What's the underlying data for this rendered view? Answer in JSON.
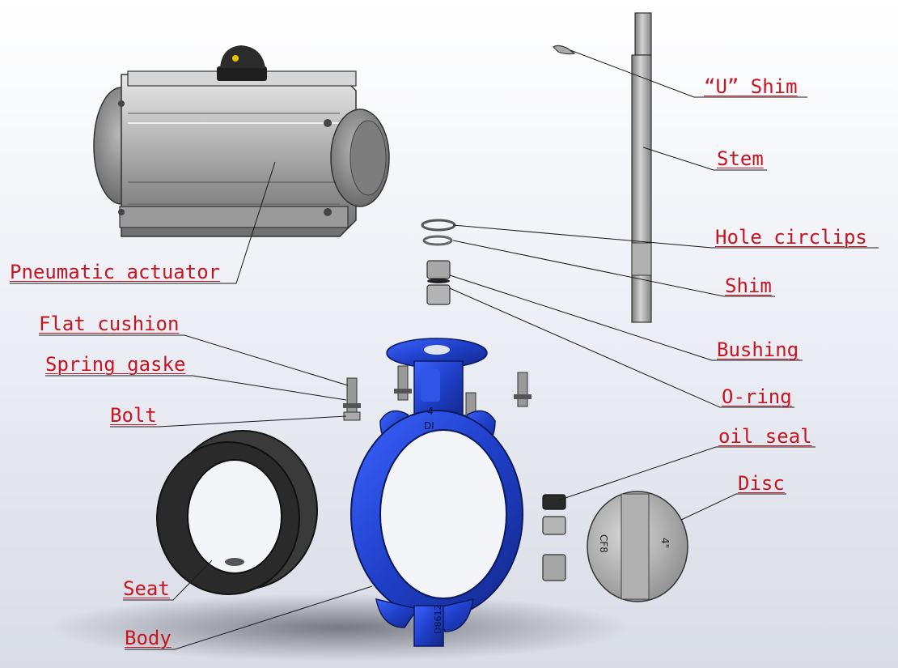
{
  "labels": {
    "u_shim": "“U” Shim",
    "stem": "Stem",
    "hole_circlips": "Hole circlips",
    "shim": "Shim",
    "bushing": "Bushing",
    "o_ring": "O-ring",
    "oil_seal": "oil seal",
    "disc": "Disc",
    "pneumatic_actuator": "Pneumatic actuator",
    "flat_cushion": "Flat cushion",
    "spring_gaske": "Spring gaske",
    "bolt": "Bolt",
    "seat": "Seat",
    "body": "Body"
  },
  "markings": {
    "body_size": "4",
    "body_material": "DI",
    "body_code": "D8612",
    "disc_material": "CF8",
    "disc_size": "4\""
  },
  "colors": {
    "label_text": "#c8141e",
    "leader_line": "#1a1a1a",
    "body_blue": "#1f3fc8",
    "seat_black": "#2a2a2a",
    "metal_grey": "#9a9a9a"
  }
}
